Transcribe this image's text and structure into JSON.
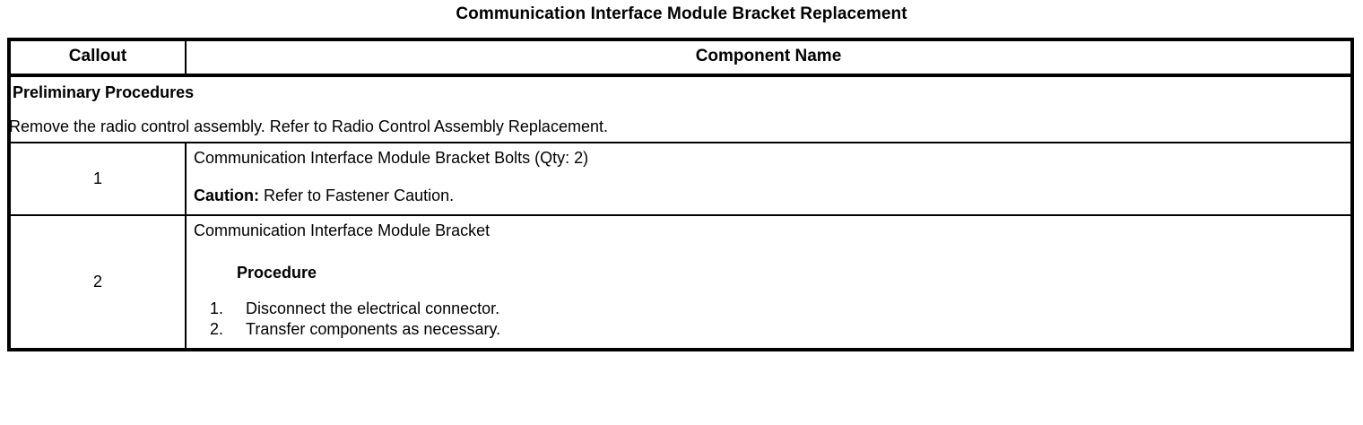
{
  "document": {
    "title": "Communication Interface Module Bracket Replacement"
  },
  "table": {
    "headers": {
      "callout": "Callout",
      "component_name": "Component Name"
    },
    "preliminary": {
      "heading": "Preliminary Procedures",
      "text": "Remove the radio control assembly. Refer to Radio Control Assembly Replacement."
    },
    "rows": [
      {
        "callout": "1",
        "component": "Communication Interface Module Bracket Bolts (Qty: 2)",
        "caution_label": "Caution:",
        "caution_text": "Refer to Fastener Caution."
      },
      {
        "callout": "2",
        "component": "Communication Interface Module Bracket",
        "procedure_heading": "Procedure",
        "steps": [
          {
            "num": "1.",
            "text": "Disconnect the electrical connector."
          },
          {
            "num": "2.",
            "text": "Transfer components as necessary."
          }
        ]
      }
    ]
  }
}
